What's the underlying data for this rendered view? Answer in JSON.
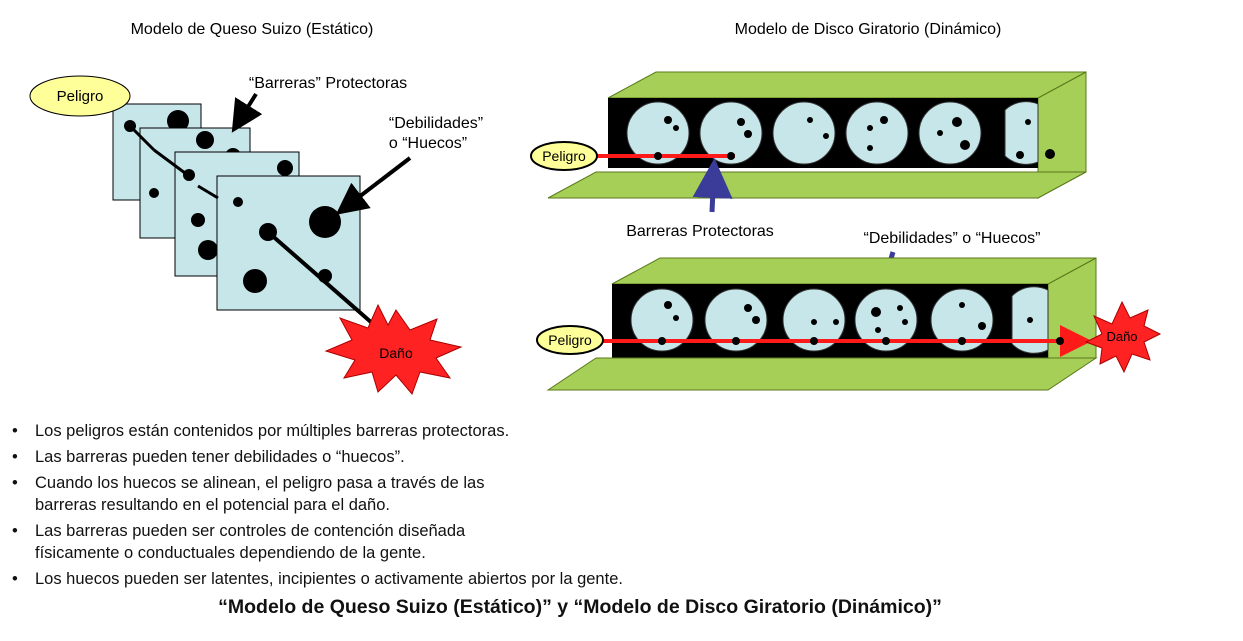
{
  "left_panel": {
    "title": "Modelo de Queso Suizo (Estático)",
    "hazard": "Peligro",
    "barriers_label": "“Barreras” Protectoras",
    "holes_label_line1": "“Debilidades”",
    "holes_label_line2": "o “Huecos”",
    "damage": "Daño"
  },
  "right_panel": {
    "title": "Modelo de Disco Giratorio (Dinámico)",
    "hazard_top": "Peligro",
    "hazard_bottom": "Peligro",
    "barriers_label": "Barreras Protectoras",
    "holes_label": "“Debilidades” o “Huecos”",
    "damage": "Daño"
  },
  "bullets": [
    {
      "line1": "Los peligros están contenidos por múltiples barreras protectoras.",
      "line2": ""
    },
    {
      "line1": "Las barreras pueden tener debilidades o “huecos”.",
      "line2": ""
    },
    {
      "line1": "Cuando los huecos se alinean, el peligro pasa a través de las",
      "line2": "barreras resultando en el potencial para el daño."
    },
    {
      "line1": "Las barreras pueden ser controles de contención diseñada",
      "line2": "físicamente o conductuales dependiendo de la gente."
    },
    {
      "line1": "Los huecos pueden ser latentes, incipientes o activamente abiertos por la gente.",
      "line2": ""
    }
  ],
  "caption": "“Modelo de Queso Suizo (Estático)” y “Modelo de Disco Giratorio (Dinámico)”",
  "colors": {
    "cheese": "#c6e6ea",
    "hazard_fill": "#ffff99",
    "damage_fill": "#ff2222",
    "box_green": "#a6cf58",
    "box_edge": "#5a7a1a",
    "path_red": "#ff1a1a",
    "pointer_blue": "#3b3b9a"
  }
}
